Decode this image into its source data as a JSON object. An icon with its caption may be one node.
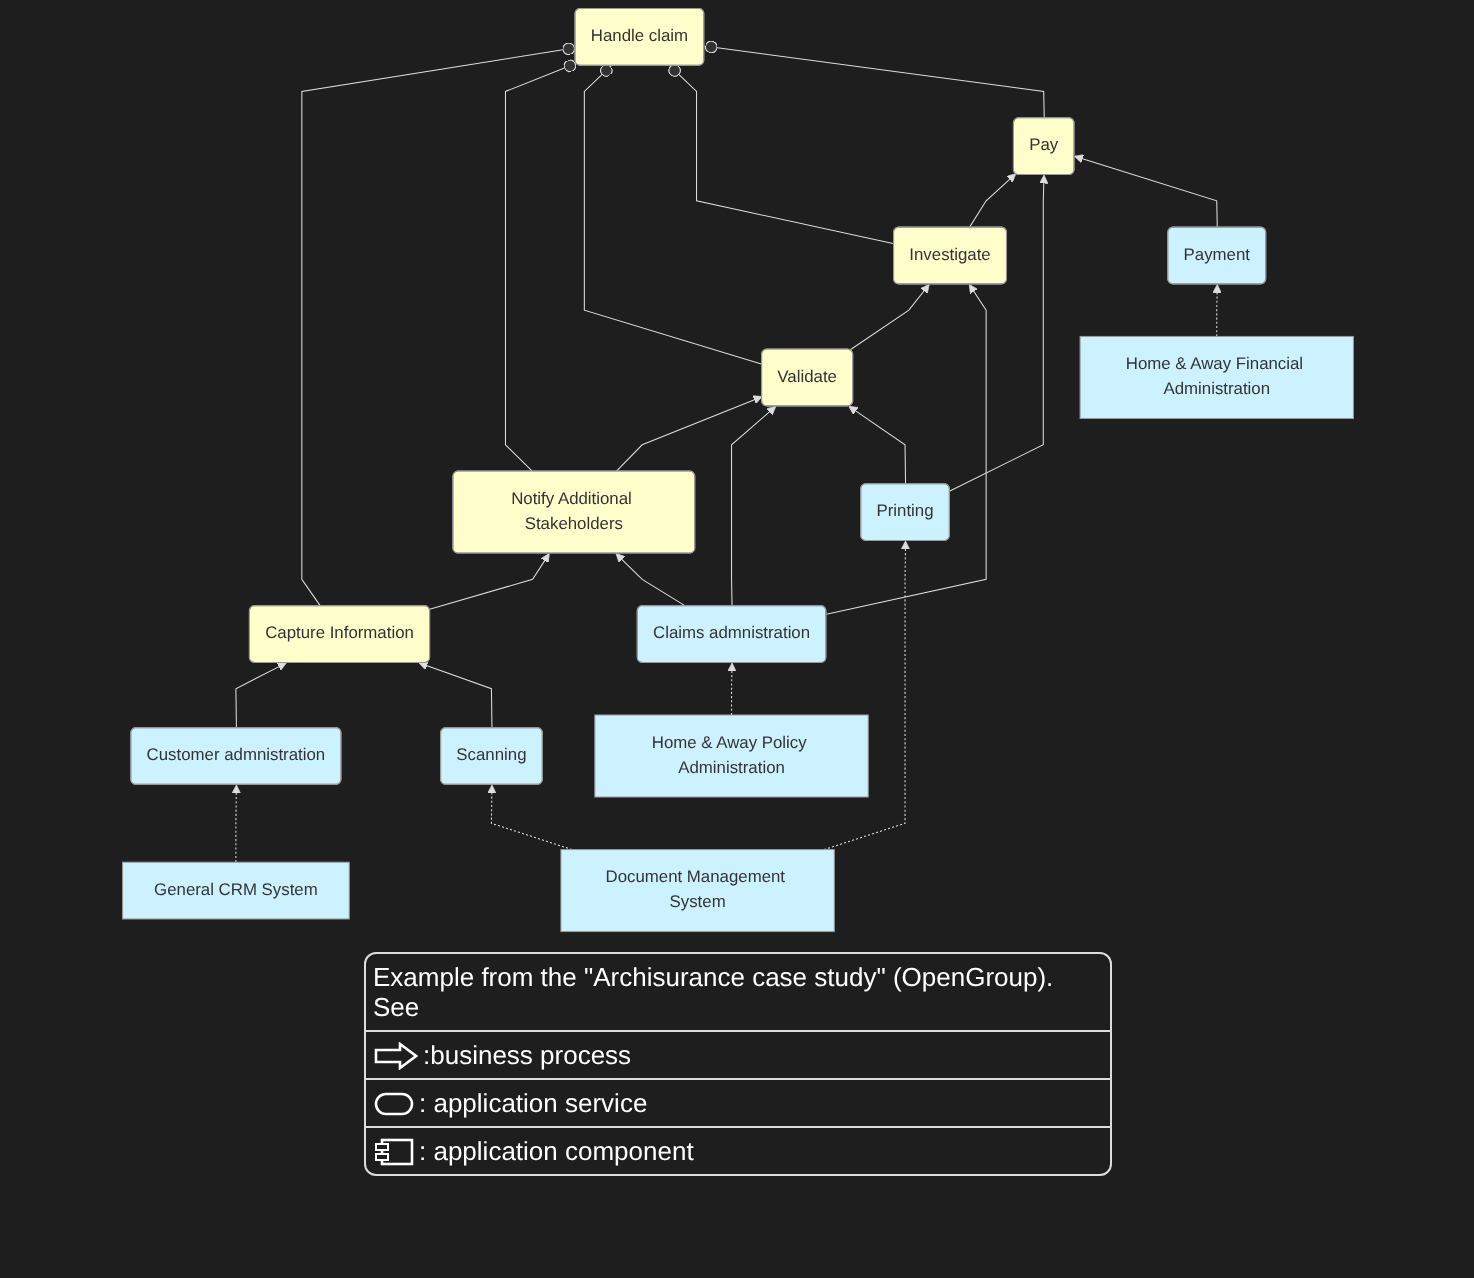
{
  "diagram": {
    "nodes": [
      {
        "text": [
          "Handle claim"
        ]
      },
      {
        "text": [
          "Capture Information"
        ]
      },
      {
        "text": [
          "Notify Additional Stakeholders"
        ]
      },
      {
        "text": [
          "Validate"
        ]
      },
      {
        "text": [
          "Investigate"
        ]
      },
      {
        "text": [
          "Pay"
        ]
      },
      {
        "text": [
          "Customer admnistration"
        ]
      },
      {
        "text": [
          "Scanning"
        ]
      },
      {
        "text": [
          "Claims admnistration"
        ]
      },
      {
        "text": [
          "Printing"
        ]
      },
      {
        "text": [
          "Payment"
        ]
      },
      {
        "text": [
          "General CRM System"
        ]
      },
      {
        "text": [
          "Home & Away Policy Administration"
        ]
      },
      {
        "text": [
          "Document Management System"
        ]
      },
      {
        "text": [
          "Home & Away Financial Administration"
        ]
      }
    ],
    "edges": [
      {
        "from": 0,
        "to": 1,
        "arrow": "other"
      },
      {
        "from": 0,
        "to": 2,
        "arrow": "other"
      },
      {
        "from": 0,
        "to": 3,
        "arrow": "other"
      },
      {
        "from": 0,
        "to": 4,
        "arrow": "other"
      },
      {
        "from": 0,
        "to": 5,
        "arrow": "other"
      },
      {
        "from": 1,
        "to": 2,
        "arrow": "to"
      },
      {
        "from": 2,
        "to": 3,
        "arrow": "to"
      },
      {
        "from": 3,
        "to": 4,
        "arrow": "to"
      },
      {
        "from": 4,
        "to": 5,
        "arrow": "to"
      },
      {
        "from": 6,
        "to": 1,
        "arrow": "to"
      },
      {
        "from": 7,
        "to": 1,
        "arrow": "to"
      },
      {
        "from": 8,
        "to": 2,
        "arrow": "to"
      },
      {
        "from": 8,
        "to": 3,
        "arrow": "to"
      },
      {
        "from": 8,
        "to": 4,
        "arrow": "to"
      },
      {
        "from": 9,
        "to": 3,
        "arrow": "to"
      },
      {
        "from": 9,
        "to": 5,
        "arrow": "to"
      },
      {
        "from": 10,
        "to": 5,
        "arrow": "to"
      },
      {
        "from": 11,
        "to": 6,
        "arrow": "to",
        "style": "dashed"
      },
      {
        "from": 12,
        "to": 8,
        "arrow": "to",
        "style": "dashed"
      },
      {
        "from": 13,
        "to": 7,
        "arrow": "to",
        "style": "dashed"
      },
      {
        "from": 13,
        "to": 9,
        "arrow": "to",
        "style": "dashed"
      },
      {
        "from": 14,
        "to": 10,
        "arrow": "to",
        "style": "dashed"
      }
    ],
    "labels": [
      "Example from the \"Archisurance case study\" (OpenGroup). See"
    ],
    "legend": [
      {
        "text": ":business process"
      },
      {
        "text": ": application service"
      },
      {
        "text": ": application component"
      }
    ]
  }
}
